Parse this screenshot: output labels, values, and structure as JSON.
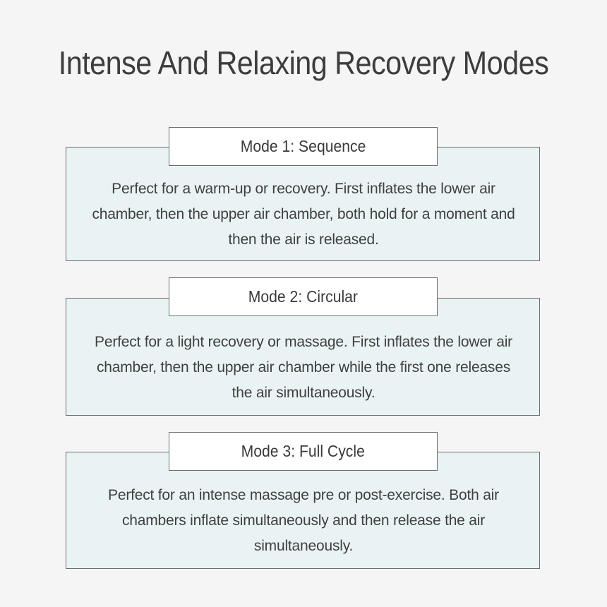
{
  "title": "Intense And Relaxing Recovery Modes",
  "modes": [
    {
      "label": "Mode 1: Sequence",
      "description": "Perfect for a warm-up or recovery. First inflates the lower air chamber, then the upper air chamber, both hold for a moment and then the air is released."
    },
    {
      "label": "Mode 2: Circular",
      "description": "Perfect for a light recovery or massage. First inflates the lower air chamber, then the upper air chamber while the first one releases the air simultaneously."
    },
    {
      "label": "Mode 3: Full Cycle",
      "description": "Perfect for an intense massage pre or post-exercise. Both air chambers inflate simultaneously and then release the air simultaneously."
    }
  ]
}
